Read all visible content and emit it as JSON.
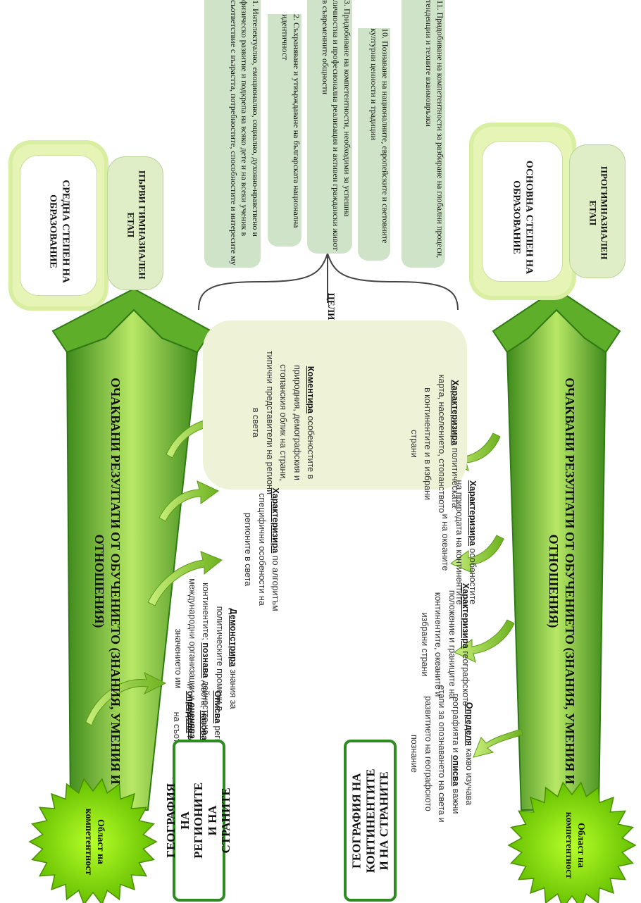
{
  "goals_label": "ЦЕЛИ",
  "goals": [
    "1. Интелектуално, емоционално, социално, духовно-нравствено и физическо развитие и подкрепа на всяко дете и на всеки ученик в съответствие с възрастта, потребностите, способностите и интересите му",
    "2. Съхраняване и утвърждаване на българската национална идентичност",
    "3. Придобиване на компетентности, необходими за успешна личностна и професионална реализация и активен граждански живот в съвременните общности",
    "10. Познаване на националните, европейските и световните културни ценности и традиции",
    "11. Придобиване на компетентности за разбиране на глобални процеси, тенденции и техните взаимовръзки"
  ],
  "stages": {
    "upper_main": "СРЕДНА СТЕПЕН НА ОБРАЗОВАНИЕ",
    "upper_sub": "ПЪРВИ ГИМНАЗИАЛЕН ЕТАП",
    "lower_main": "ОСНОВНА СТЕПЕН НА ОБРАЗОВАНИЕ",
    "lower_sub": "ПРОГИМНАЗИАЛЕН ЕТАП"
  },
  "banners": {
    "upper": "ОЧАКВАНИ РЕЗУЛТАТИ ОТ ОБУЧЕНИЕТО (ЗНАНИЯ, УМЕНИЯ И ОТНОШЕНИЯ)",
    "lower": "ОЧАКВАНИ РЕЗУЛТАТИ ОТ ОБУЧЕНИЕТО (ЗНАНИЯ, УМЕНИЯ И ОТНОШЕНИЯ)"
  },
  "badges": {
    "upper": "Област на компетентност",
    "lower": "Област на компетентност"
  },
  "areas": {
    "upper": "ГЕОГРАФИЯ НА РЕГИОНИТЕ И НА СТРАНИТЕ",
    "lower": "ГЕОГРАФИЯ НА КОНТИНЕНТИТЕ И НА СТРАНИТЕ"
  },
  "upper_results": [
    {
      "verb": "Описва",
      "text": " регионалната подялба на света; ",
      "verb2": "назовава",
      "text2": " признака за подялба и ",
      "verb3": "определя",
      "text3": " географското положение на съответните региони"
    },
    {
      "verb": "Демонстрира",
      "text": " знания за политическите промени в континентите; ",
      "verb2": "познава",
      "text2": " дейността на международни организации и ",
      "verb3": "оценява",
      "text3": " значението им"
    },
    {
      "verb": "Характеризира",
      "text": " по алгоритъм специфични особености на регионите в света",
      "verb2": "",
      "text2": "",
      "verb3": "",
      "text3": ""
    },
    {
      "verb": "Коментира",
      "text": " особеностите в природния, демографския и стопанския облик на страни, типични представители на региони в света",
      "verb2": "",
      "text2": "",
      "verb3": "",
      "text3": ""
    }
  ],
  "lower_results": [
    {
      "verb": "Определя",
      "text": " какво изучава географията и ",
      "verb2": "описва",
      "text2": " важни етапи за опознаването на света и развитието на географското познание"
    },
    {
      "verb": "Характеризира",
      "text": " географското положение и границите на континентите, океаните и избрани страни",
      "verb2": "",
      "text2": ""
    },
    {
      "verb": "Характеризира",
      "text": " особеностите на природата на континентите и на океаните",
      "verb2": "",
      "text2": ""
    },
    {
      "verb": "Характеризира",
      "text": " политическата карта, населението, стопанството в континентите и в избрани страни",
      "verb2": "",
      "text2": ""
    }
  ],
  "colors": {
    "banner_dark": "#4f9a25",
    "banner_light": "#a9dc55",
    "banner_edge": "#2f7a14",
    "goal_box": "#cfe3c8",
    "badge": "#8ee000",
    "area_border": "#2e8b22",
    "arrow": "#8ccf2c"
  }
}
